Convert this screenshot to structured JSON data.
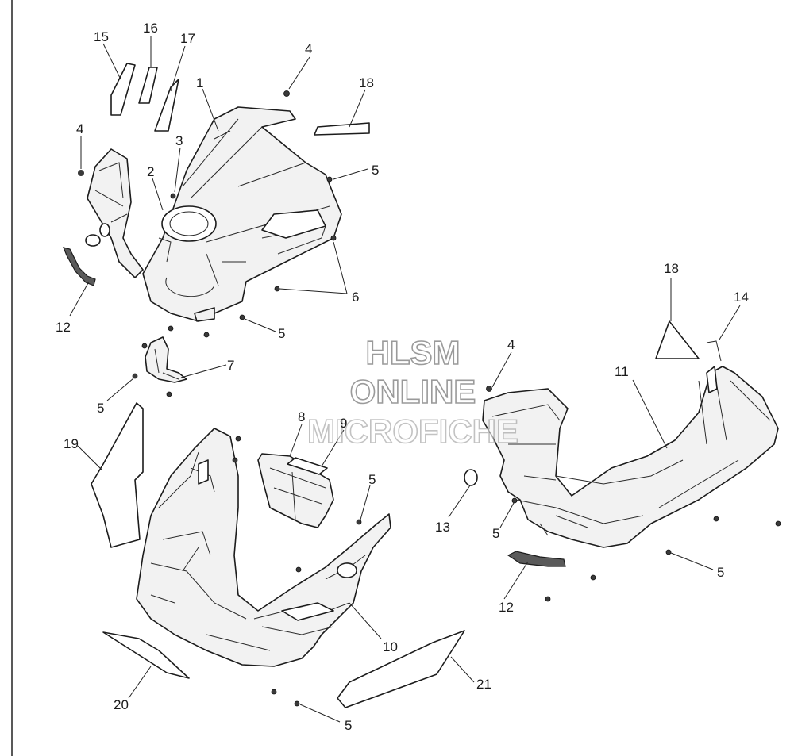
{
  "watermark": {
    "line1": "HLSM",
    "line2": "ONLINE",
    "line3": "MICROFICHE"
  },
  "callouts": {
    "c1": "1",
    "c2": "2",
    "c3": "3",
    "c4a": "4",
    "c4b": "4",
    "c4c": "4",
    "c5a": "5",
    "c5b": "5",
    "c5c": "5",
    "c5d": "5",
    "c5e": "5",
    "c5f": "5",
    "c5g": "5",
    "c6": "6",
    "c7": "7",
    "c8": "8",
    "c9": "9",
    "c10": "10",
    "c11": "11",
    "c12a": "12",
    "c12b": "12",
    "c13": "13",
    "c14": "14",
    "c15": "15",
    "c16": "16",
    "c17": "17",
    "c18a": "18",
    "c18b": "18",
    "c19": "19",
    "c20": "20",
    "c21": "21"
  }
}
